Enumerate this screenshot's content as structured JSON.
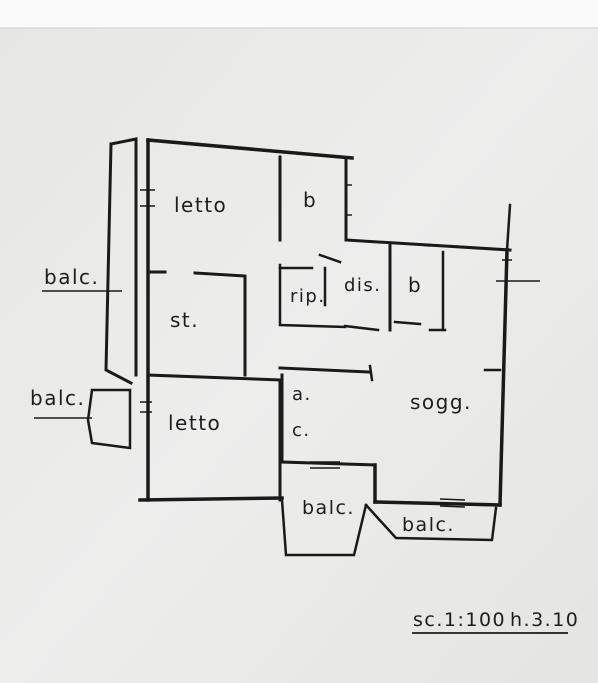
{
  "plan": {
    "rooms": {
      "letto_top": "letto",
      "bath_top": "b",
      "ripostiglio": "rip.",
      "disimpegno": "dis.",
      "bath_right": "b",
      "studio": "st.",
      "letto_bottom": "letto",
      "angolo_cottura_a": "a.",
      "angolo_cottura_c": "c.",
      "soggiorno": "sogg."
    },
    "balconies": {
      "left_upper": "balc.",
      "left_lower": "balc.",
      "bottom_center": "balc.",
      "bottom_right": "balc."
    },
    "scale": "sc.1:100",
    "height": "h.3.10"
  },
  "colors": {
    "paper": "#ebebea",
    "ink": "#1a1a1a"
  }
}
